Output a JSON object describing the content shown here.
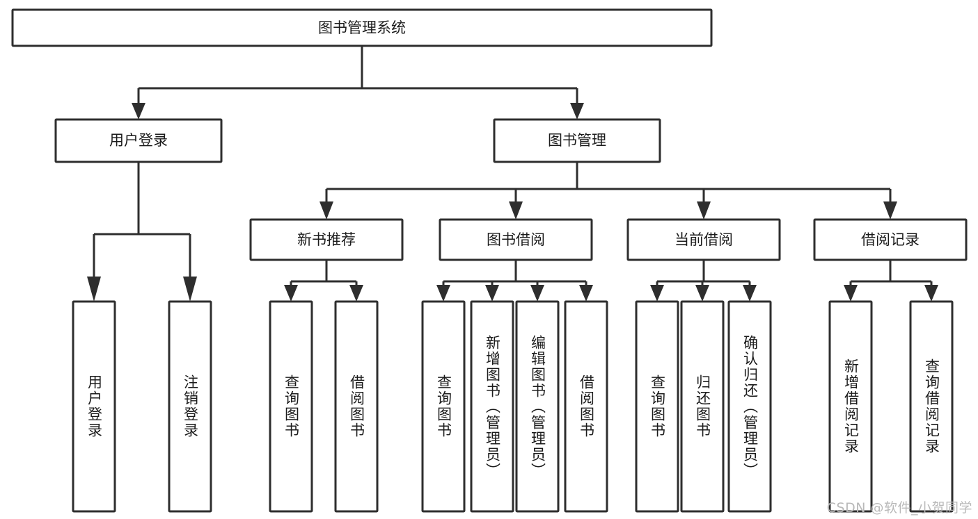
{
  "diagram": {
    "type": "tree-hierarchy-diagram",
    "title": "图书管理系统",
    "colors": {
      "background": "#ffffff",
      "stroke": "#2e2e2e",
      "box_fill": "#ffffff",
      "text": "#1b1b1b",
      "watermark": "#b9b9b9"
    },
    "root": {
      "label": "图书管理系统"
    },
    "level2": [
      {
        "label": "用户登录"
      },
      {
        "label": "图书管理"
      }
    ],
    "level3": [
      {
        "label": "新书推荐"
      },
      {
        "label": "图书借阅"
      },
      {
        "label": "当前借阅"
      },
      {
        "label": "借阅记录"
      }
    ],
    "leaves": {
      "user_login": [
        {
          "label": "用户登录"
        },
        {
          "label": "注销登录"
        }
      ],
      "new_book_recommend": [
        {
          "label": "查询图书"
        },
        {
          "label": "借阅图书"
        }
      ],
      "book_borrow": [
        {
          "label": "查询图书"
        },
        {
          "label": "新增图书（管理员）"
        },
        {
          "label": "编辑图书（管理员）"
        },
        {
          "label": "借阅图书"
        }
      ],
      "current_borrow": [
        {
          "label": "查询图书"
        },
        {
          "label": "归还图书"
        },
        {
          "label": "确认归还（管理员）"
        }
      ],
      "borrow_record": [
        {
          "label": "新增借阅记录"
        },
        {
          "label": "查询借阅记录"
        }
      ]
    },
    "watermark": "CSDN @软件_小贺同学"
  }
}
